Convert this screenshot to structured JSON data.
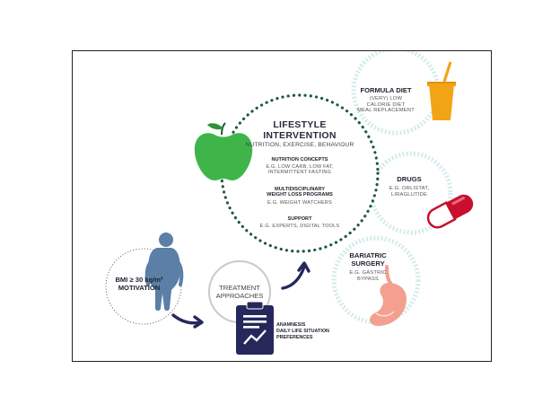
{
  "lifestyle": {
    "title_line1": "LIFESTYLE",
    "title_line2": "INTERVENTION",
    "subtitle": "NUTRITION, EXERCISE, BEHAVIOUR",
    "sections": [
      {
        "title": "NUTRITION CONCEPTS",
        "detail_lines": [
          "E.G. LOW CARB, LOW FAT,",
          "INTERMITTENT FASTING"
        ]
      },
      {
        "title_lines": [
          "MULTIDISCIPLINARY",
          "WEIGHT LOSS PROGRAMS"
        ],
        "detail_lines": [
          "E.G. WEIGHT WATCHERS"
        ]
      },
      {
        "title": "SUPPORT",
        "detail_lines": [
          "E.G. EXPERTS, DIGITAL TOOLS"
        ]
      }
    ]
  },
  "formula_diet": {
    "title": "FORMULA DIET",
    "detail_lines": [
      "(VERY) LOW",
      "CALORIE DIET",
      "MEAL REPLACEMENT"
    ]
  },
  "drugs": {
    "title": "DRUGS",
    "detail_lines": [
      "E.G. ORLISTAT,",
      "LIRAGLUTIDE"
    ]
  },
  "surgery": {
    "title_lines": [
      "BARIATRIC",
      "SURGERY"
    ],
    "detail_lines": [
      "E.G. GASTRIC",
      "BYPASS"
    ]
  },
  "bmi": {
    "line1": "BMI  ≥ 30 kg/m²",
    "line2": "MOTIVATION"
  },
  "treatment": {
    "line1": "TREATMENT",
    "line2": "APPROACHES"
  },
  "clipboard_notes": [
    "ANAMNESIS",
    "DAILY LIFE SITUATION",
    "PREFERENCES"
  ],
  "icons": [
    "apple-icon",
    "drink-cup-icon",
    "pill-capsule-icon",
    "stomach-icon",
    "person-silhouette-icon",
    "clipboard-icon",
    "arrow-icon"
  ],
  "colors": {
    "navy": "#26285c",
    "green_dots": "#1f5a3a",
    "apple": "#3fb549",
    "cup": "#f2a417",
    "pill": "#c8102e",
    "stomach": "#f3a090",
    "person": "#5b7fa6",
    "ring": "#d6ecec"
  }
}
